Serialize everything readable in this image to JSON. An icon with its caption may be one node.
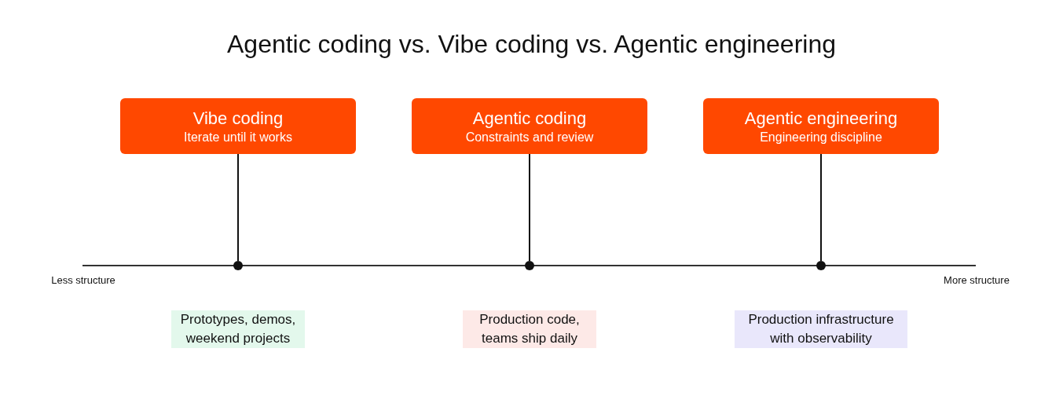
{
  "diagram": {
    "title": "Agentic coding vs. Vibe coding vs. Agentic engineering",
    "nodes": [
      {
        "text": [
          "Vibe coding",
          "Iterate until it works"
        ]
      },
      {
        "text": [
          "Agentic coding",
          "Constraints and review"
        ]
      },
      {
        "text": [
          "Agentic engineering",
          "Engineering discipline"
        ]
      },
      {
        "text": [],
        "shape": "circle",
        "beside": [
          "Prototypes, demos, weekend projects"
        ]
      },
      {
        "text": [],
        "shape": "circle",
        "beside": [
          "Production code, teams ship daily"
        ]
      },
      {
        "text": [],
        "shape": "circle",
        "beside": [
          "Production infrastructure with observability"
        ]
      }
    ],
    "edges": [
      {
        "from": 0,
        "to": 3,
        "arrow": "none"
      },
      {
        "from": 1,
        "to": 4,
        "arrow": "none"
      },
      {
        "from": 2,
        "to": 5,
        "arrow": "none"
      }
    ],
    "labels": [
      "Less structure",
      "More structure"
    ]
  }
}
